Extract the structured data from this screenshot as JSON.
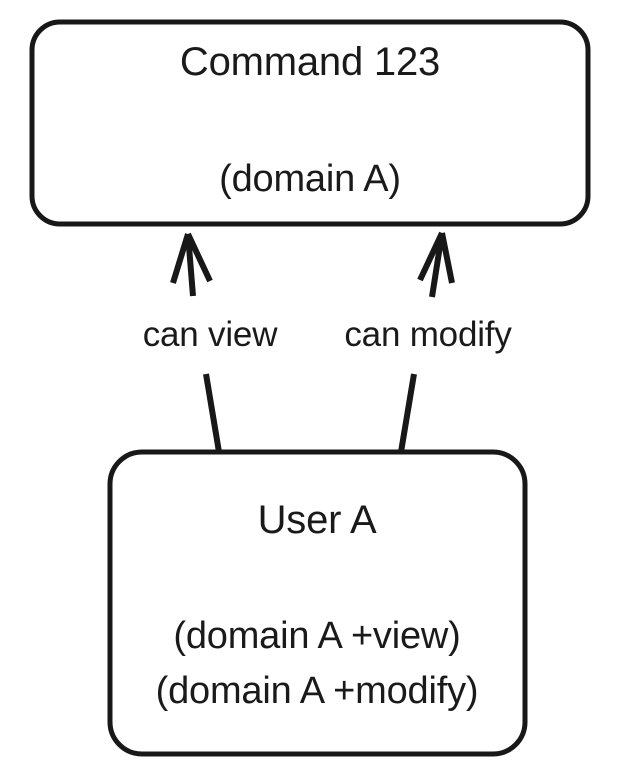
{
  "diagram": {
    "type": "permission-relationship-diagram",
    "background_color": "#ffffff",
    "stroke_color": "#181818",
    "nodes": [
      {
        "id": "command",
        "name": "command-node",
        "title": "Command 123",
        "subtitle": "(domain A)",
        "shape": "rounded-rectangle"
      },
      {
        "id": "user",
        "name": "user-node",
        "title": "User A",
        "subtitle_lines": [
          "(domain A +view)",
          "(domain A +modify)"
        ],
        "shape": "rounded-rectangle"
      }
    ],
    "edges": [
      {
        "id": "edge-view",
        "label": "can view",
        "from": "user",
        "to": "command",
        "arrow": "up"
      },
      {
        "id": "edge-modify",
        "label": "can modify",
        "from": "user",
        "to": "command",
        "arrow": "up"
      }
    ]
  }
}
